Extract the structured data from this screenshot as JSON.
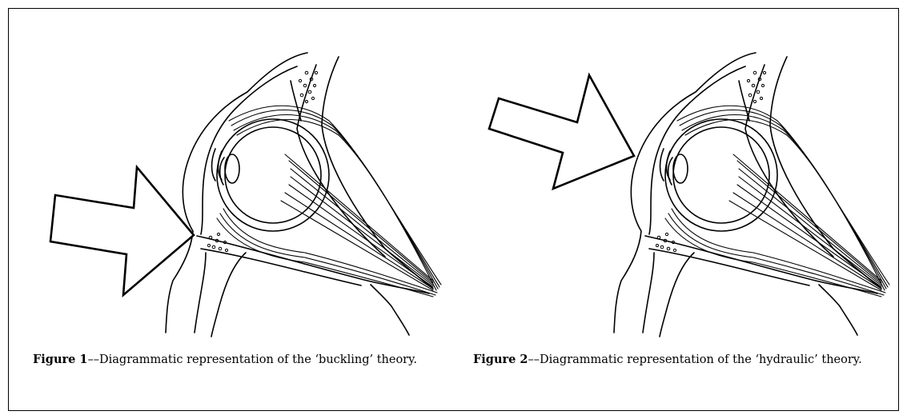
{
  "figures": [
    {
      "label": "Figure 1",
      "caption": "––Diagrammatic representation of the ‘buckling’ theory."
    },
    {
      "label": "Figure 2",
      "caption": "––Diagrammatic representation of the ‘hydraulic’ theory."
    }
  ]
}
